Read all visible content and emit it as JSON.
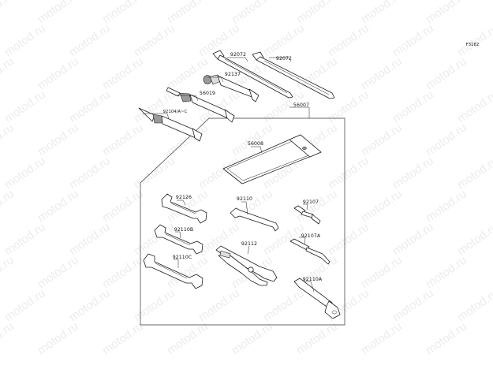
{
  "figure_id": "F3182",
  "watermark_text": "motod.ru",
  "parts": [
    {
      "key": "tie_a",
      "label": "92072"
    },
    {
      "key": "tie_b",
      "label": "92072"
    },
    {
      "key": "tube_a",
      "label": "92137"
    },
    {
      "key": "tube_b",
      "label": "56019"
    },
    {
      "key": "tube_c",
      "label": "92104/A~C"
    },
    {
      "key": "kit",
      "label": "56007"
    },
    {
      "key": "bag",
      "label": "56008"
    },
    {
      "key": "wrench_1",
      "label": "92126"
    },
    {
      "key": "hex_key",
      "label": "92110"
    },
    {
      "key": "screwdriver",
      "label": "92107"
    },
    {
      "key": "wrench_2",
      "label": "92110B"
    },
    {
      "key": "pliers",
      "label": "92112"
    },
    {
      "key": "bit",
      "label": "92107A"
    },
    {
      "key": "wrench_3",
      "label": "92110C"
    },
    {
      "key": "socket",
      "label": "92110A"
    }
  ]
}
